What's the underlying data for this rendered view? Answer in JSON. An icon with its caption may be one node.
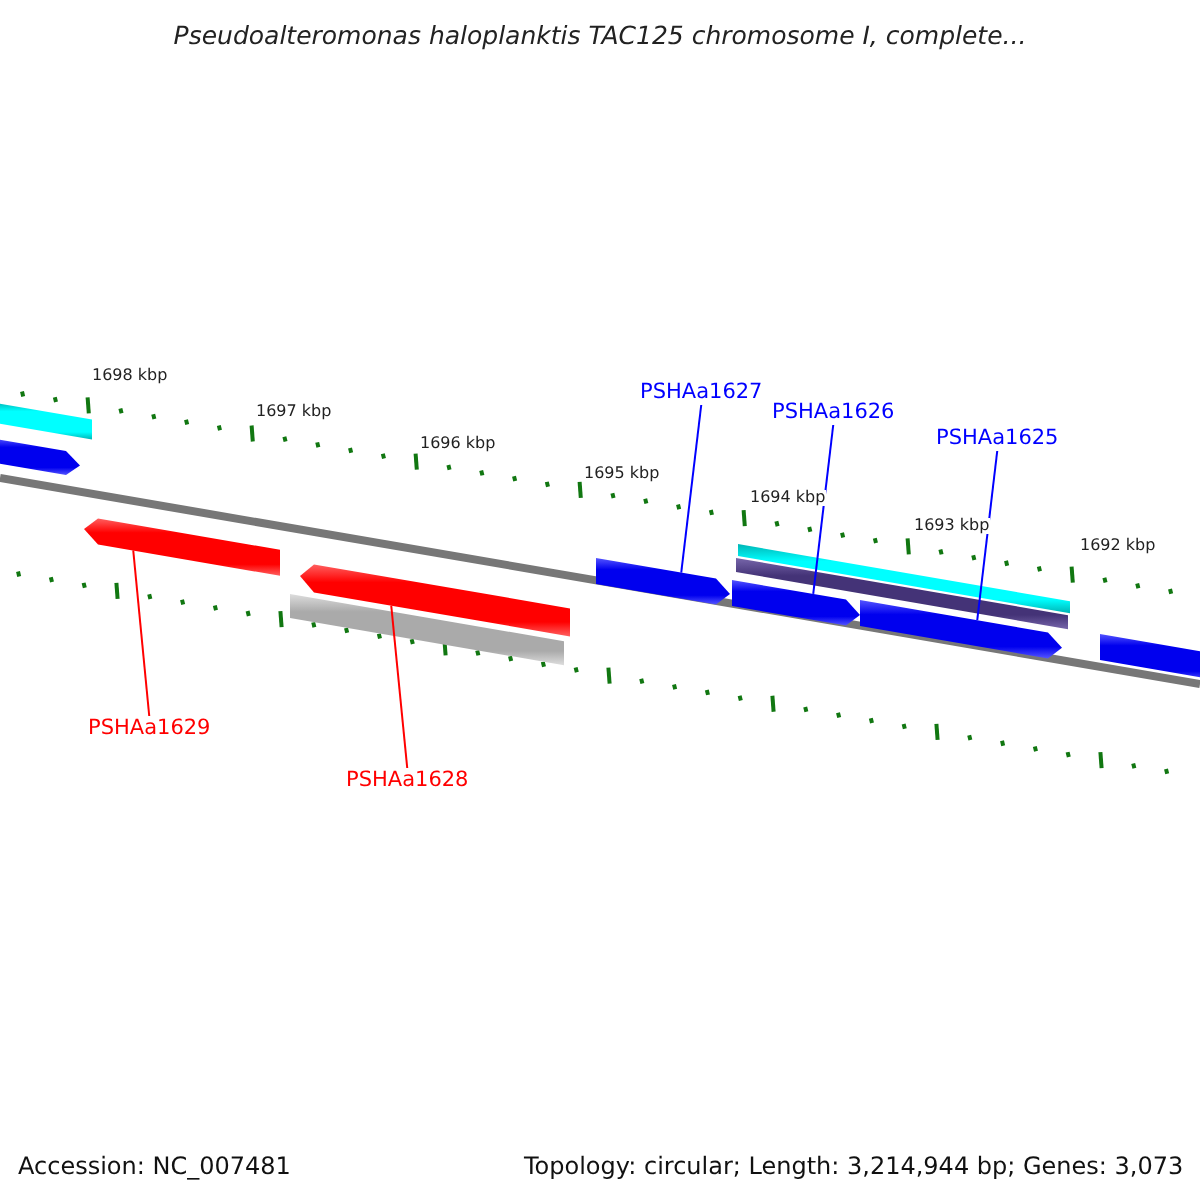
{
  "diagram": {
    "title": "Pseudoalteromonas haloplanktis TAC125 chromosome I, complete...",
    "nodes": [
      {
        "text": [
          "PSHAa1627"
        ]
      },
      {
        "text": [
          "PSHAa1626"
        ]
      },
      {
        "text": [
          "PSHAa1625"
        ]
      },
      {
        "text": [
          "PSHAa1629"
        ]
      },
      {
        "text": [
          "PSHAa1628"
        ]
      },
      {
        "text": [],
        "shape": "arrow"
      },
      {
        "text": [],
        "shape": "arrow"
      },
      {
        "text": [],
        "shape": "arrow"
      },
      {
        "text": [],
        "shape": "arrow"
      },
      {
        "text": [],
        "shape": "arrow"
      }
    ],
    "edges": [
      {
        "from": 0,
        "to": 7,
        "arrow": "none",
        "color": "#0000ff"
      },
      {
        "from": 1,
        "to": 8,
        "arrow": "none",
        "color": "#0000ff"
      },
      {
        "from": 2,
        "to": 9,
        "arrow": "none",
        "color": "#0000ff"
      },
      {
        "from": 3,
        "to": 5,
        "arrow": "none",
        "color": "#ff0000"
      },
      {
        "from": 4,
        "to": 6,
        "arrow": "none",
        "color": "#ff0000"
      }
    ],
    "labels": [
      "1698 kbp",
      "1697 kbp",
      "1696 kbp",
      "1695 kbp",
      "1694 kbp",
      "1693 kbp",
      "1692 kbp",
      "Accession: NC_007481",
      "Topology: circular; Length: 3,214,944 bp; Genes: 3,073"
    ]
  }
}
